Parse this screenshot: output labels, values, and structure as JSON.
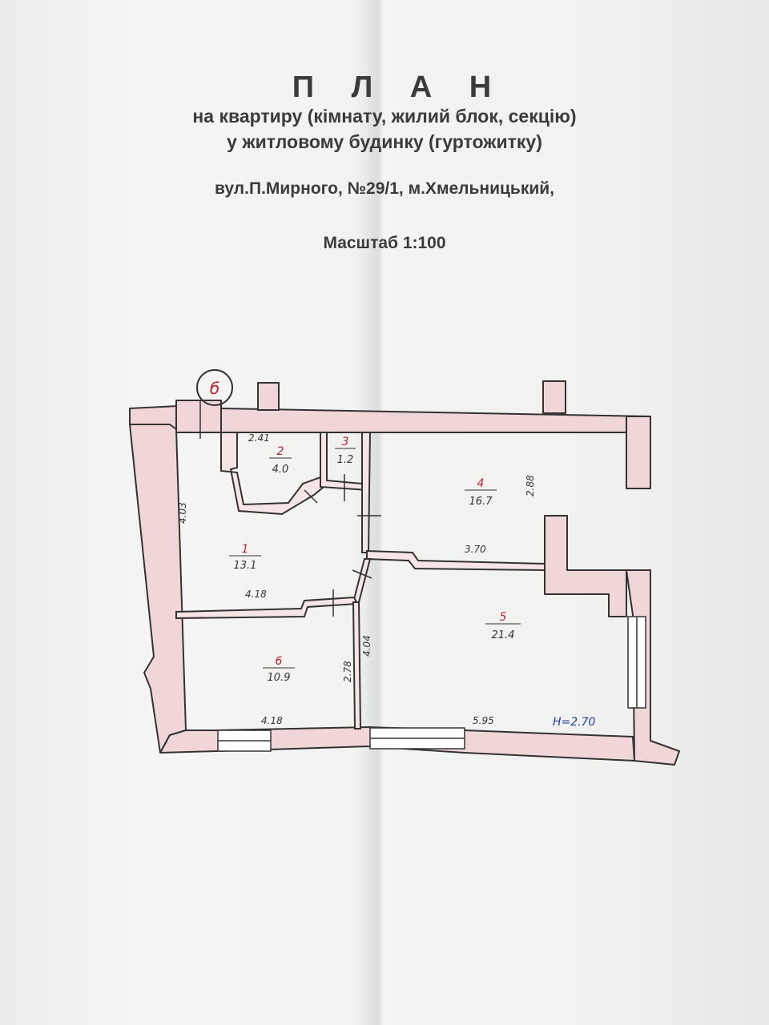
{
  "header": {
    "title": "П Л А Н",
    "line1": "на квартиру (кімнату, жилий блок, секцію)",
    "line2": "у житловому будинку (гуртожитку)",
    "address": "вул.П.Мирного, №29/1, м.Хмельницький,",
    "scale": "Масштаб 1:100"
  },
  "plan": {
    "axis_label": "б",
    "ceiling_height": "H=2.70",
    "rooms": [
      {
        "number": "1",
        "area": "13.1"
      },
      {
        "number": "2",
        "area": "4.0"
      },
      {
        "number": "3",
        "area": "1.2"
      },
      {
        "number": "4",
        "area": "16.7"
      },
      {
        "number": "5",
        "area": "21.4"
      },
      {
        "number": "6",
        "area": "10.9"
      }
    ],
    "dimensions": {
      "room2_width": "2.41",
      "room1_height": "4.03",
      "room1_width": "4.18",
      "room4_height": "2.88",
      "room4_width": "3.70",
      "room6_height": "2.78",
      "room5_height": "4.04",
      "room6_width": "4.18",
      "room5_width": "5.95"
    },
    "colors": {
      "wall_fill": "#f1d6d8",
      "line": "#333333",
      "room_number": "#b8232b",
      "height_mark": "#1f3f9e"
    }
  }
}
